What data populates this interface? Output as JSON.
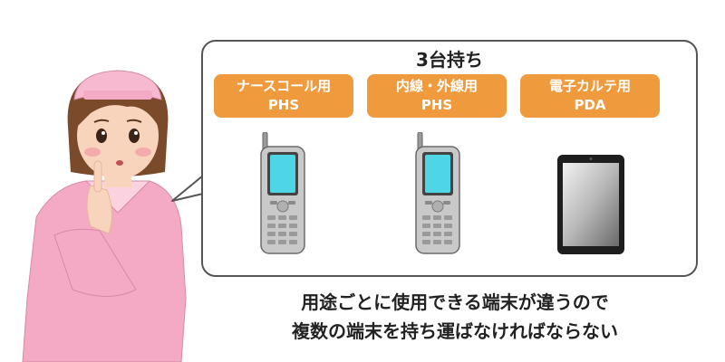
{
  "bubble": {
    "title": "3台持ち",
    "devices": [
      {
        "line1": "ナースコール用",
        "line2": "PHS",
        "icon": "phs-phone-icon"
      },
      {
        "line1": "内線・外線用",
        "line2": "PHS",
        "icon": "phs-phone-icon"
      },
      {
        "line1": "電子カルテ用",
        "line2": "PDA",
        "icon": "tablet-icon"
      }
    ]
  },
  "caption": {
    "line1": "用途ごとに使用できる端末が違うので",
    "line2": "複数の端末を持ち運ばなければならない"
  },
  "colors": {
    "label_bg": "#f09a3e",
    "nurse_uniform": "#f4a9c4",
    "bubble_border": "#555555"
  }
}
